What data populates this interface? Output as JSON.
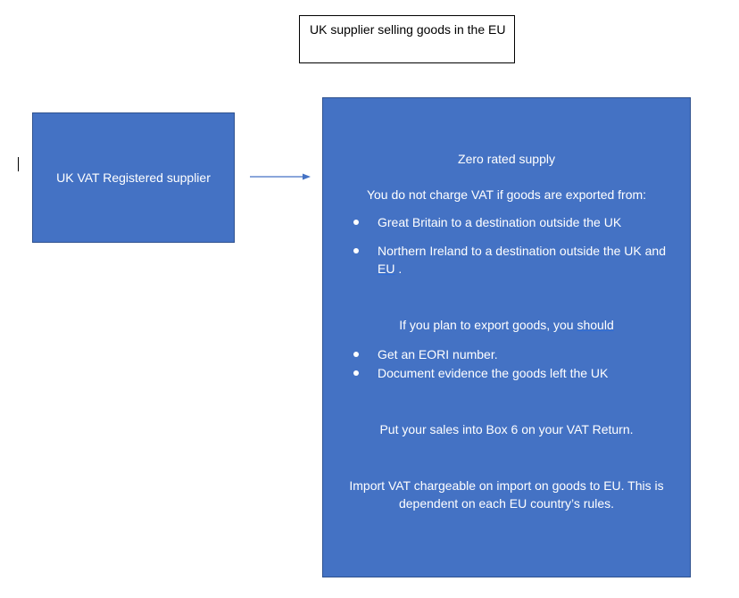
{
  "title": "UK supplier selling goods in the EU",
  "supplier_box": {
    "label": "UK VAT Registered supplier"
  },
  "info_box": {
    "heading": "Zero rated supply",
    "export_intro": "You do not charge VAT if goods are exported from:",
    "export_bullets": [
      "Great Britain to a destination outside the UK",
      "Northern Ireland to a destination outside the UK and",
      "EU",
      " ."
    ],
    "plan_intro_prefix": "If you plan to export goods, you ",
    "plan_intro_should": "should",
    "plan_bullets": [
      "Get an EORI number.",
      "Document evidence the goods left the UK"
    ],
    "box6_text": "Put your sales into Box 6 on your VAT Return.",
    "import_vat_line1": "Import VAT chargeable on import on goods to EU. This is",
    "import_vat_line2": "dependent on each EU country’s rules."
  },
  "colors": {
    "box_fill": "#4472C4",
    "box_border": "#2F528F",
    "arrow": "#4472C4",
    "text_on_box": "#FFFFFF"
  }
}
